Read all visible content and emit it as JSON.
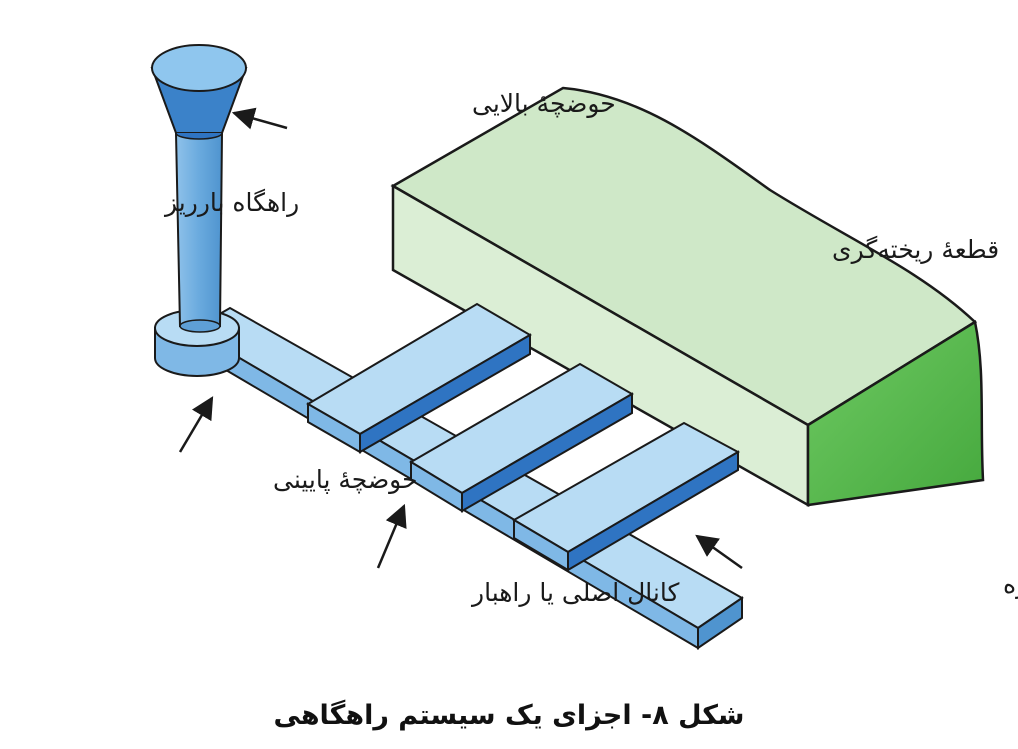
{
  "labels": {
    "pouring_cup": "حوضچهٔ بالایی",
    "sprue": "راهگاه بارریز",
    "casting": "قطعهٔ ریخته‌گری",
    "sprue_well": "حوضچهٔ پایینی",
    "runner": "کانال اصلی یا راهبار",
    "ingate": "کانال فرعی یا راهباره"
  },
  "caption": "شکل ۸- اجزای یک سیستم راهگاهی",
  "colors": {
    "blue_light": "#b8dcf4",
    "blue_mid": "#7fb8e6",
    "blue_dark": "#2f74c2",
    "green_top": "#cfe8c8",
    "green_front": "#dbeed5",
    "green_side": "#5fbf56",
    "outline": "#1a1a1a"
  }
}
